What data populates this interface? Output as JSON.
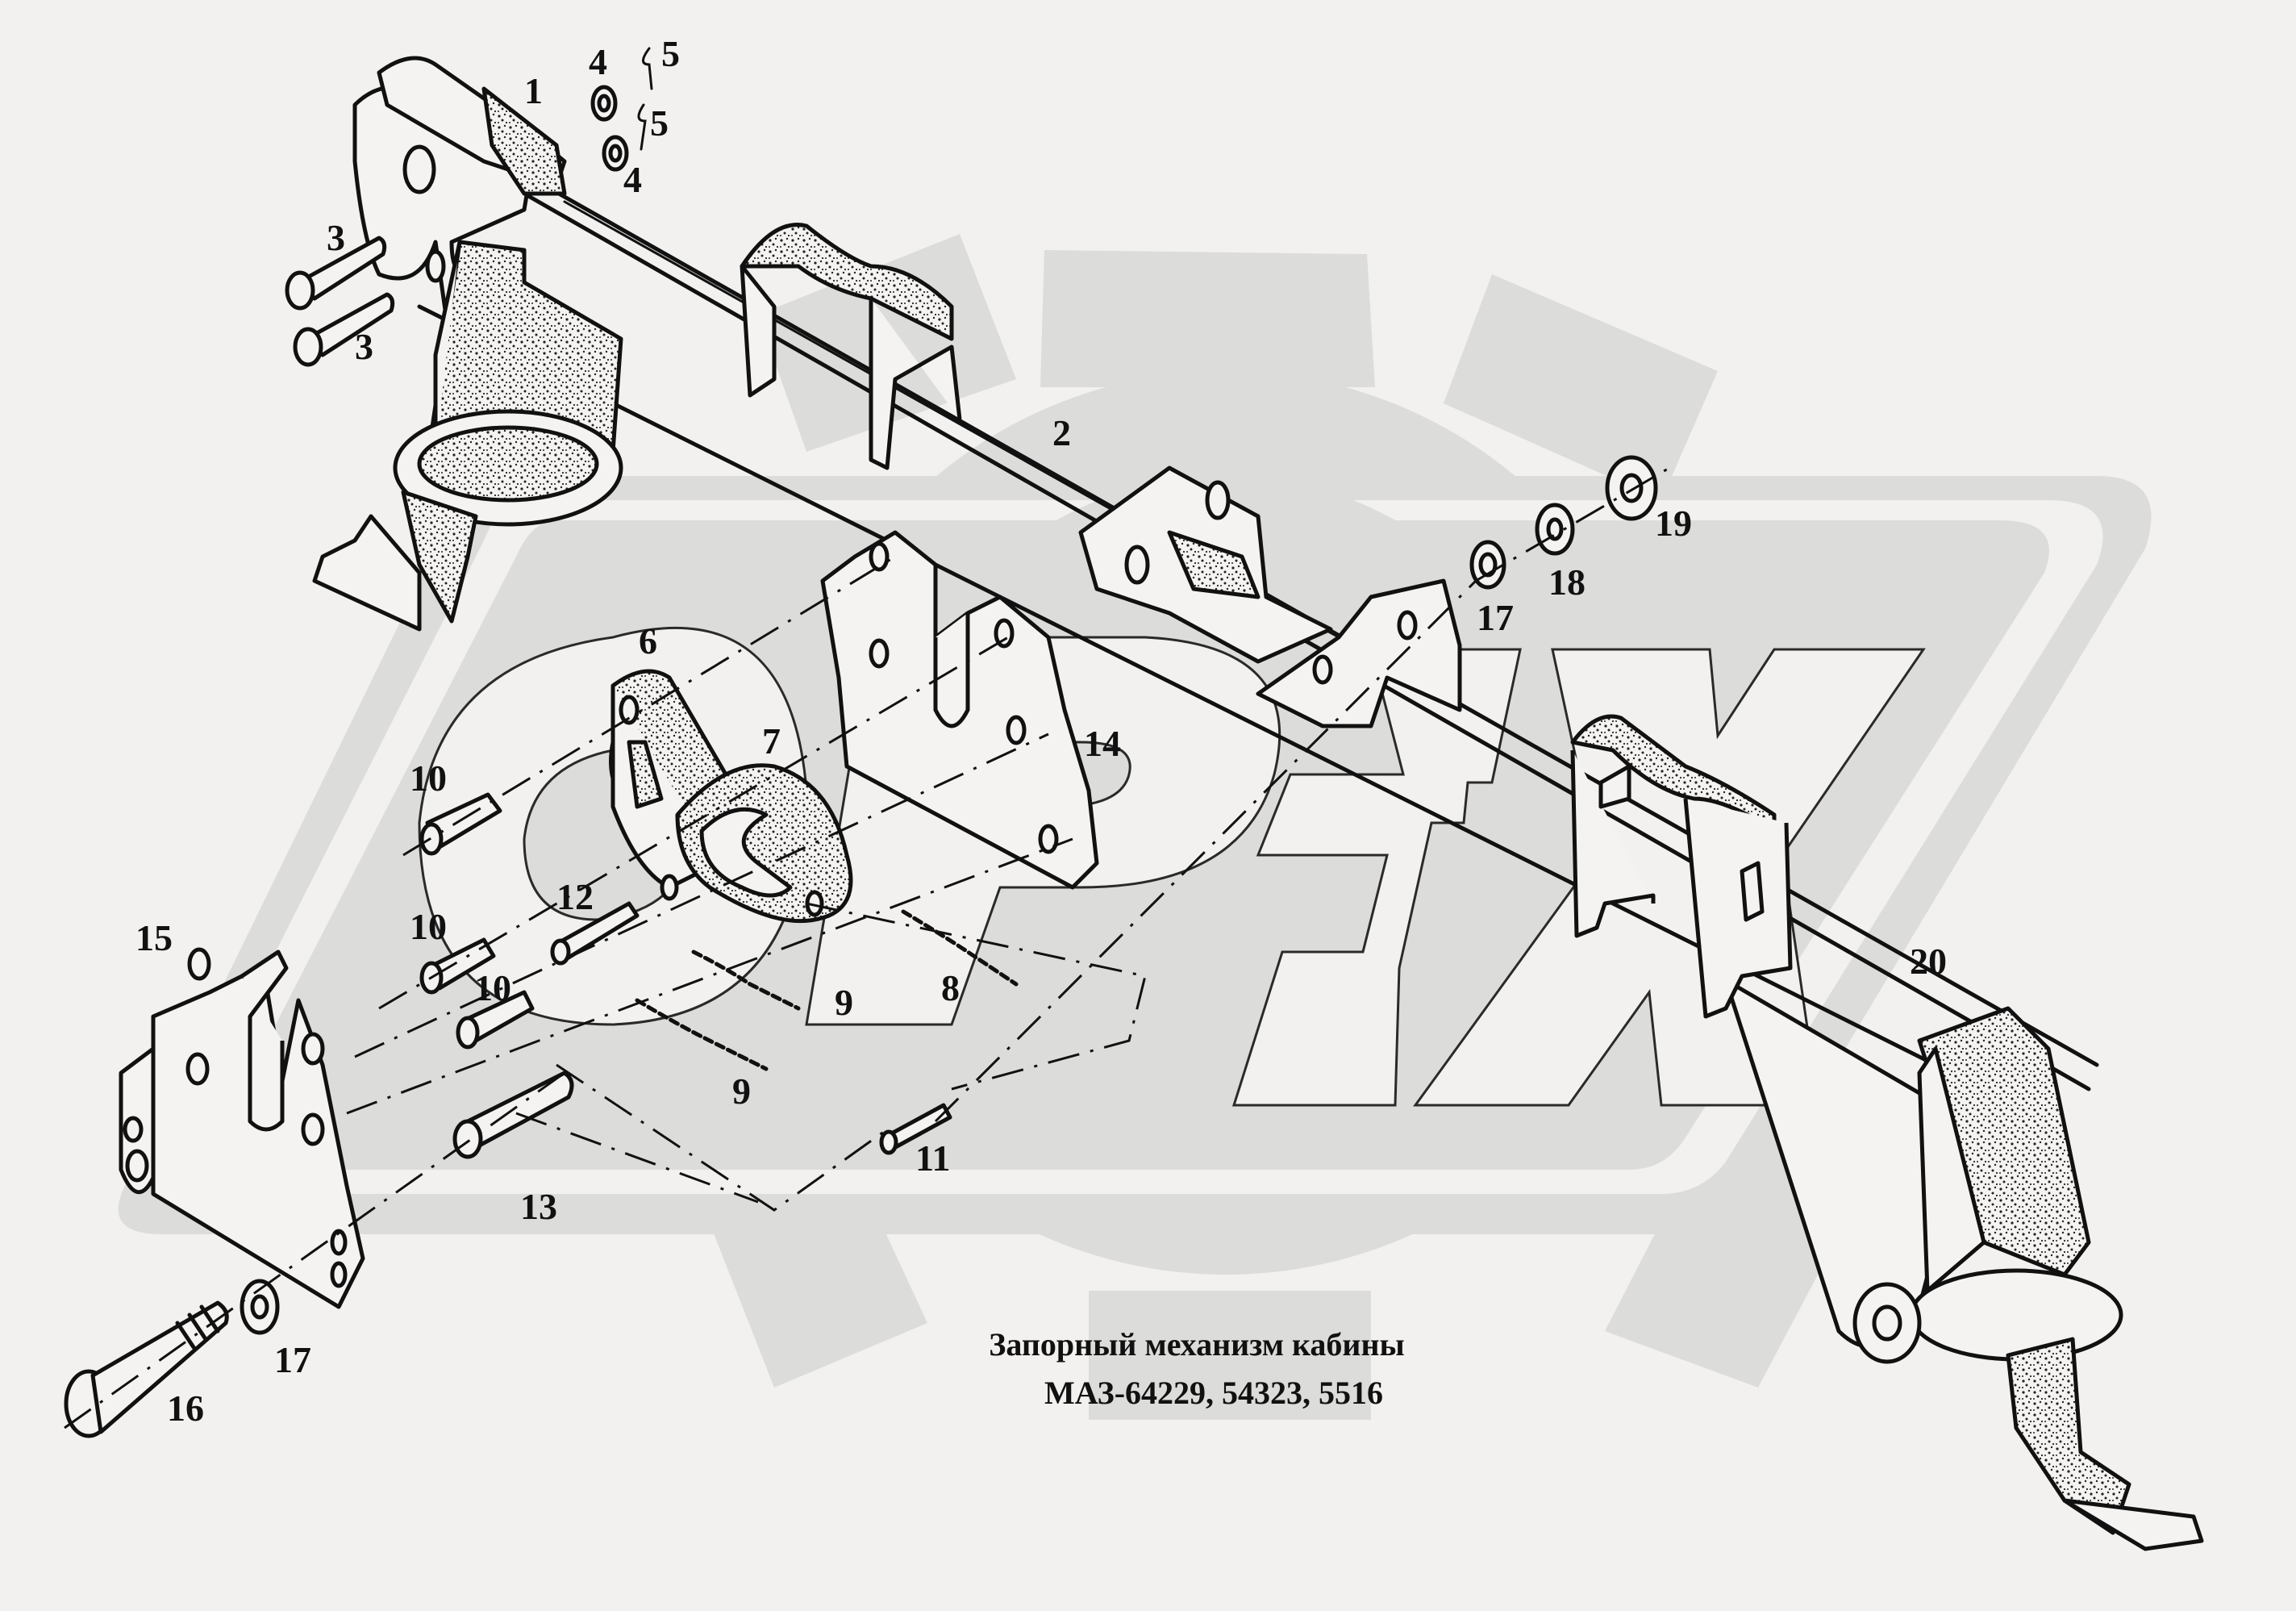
{
  "caption": {
    "line1": "Запорный механизм кабины",
    "line2": "МАЗ-64229, 54323, 5516"
  },
  "watermark": {
    "text": "OPEX",
    "letters": [
      "O",
      "P",
      "E",
      "X"
    ],
    "fill_color": "#dcdcda"
  },
  "colors": {
    "background": "#f2f1ef",
    "ink": "#111111"
  },
  "callouts": [
    {
      "id": "c1",
      "number": "1"
    },
    {
      "id": "c2",
      "number": "2"
    },
    {
      "id": "c3a",
      "number": "3"
    },
    {
      "id": "c3b",
      "number": "3"
    },
    {
      "id": "c4a",
      "number": "4"
    },
    {
      "id": "c4b",
      "number": "4"
    },
    {
      "id": "c5a",
      "number": "5"
    },
    {
      "id": "c5b",
      "number": "5"
    },
    {
      "id": "c6",
      "number": "6"
    },
    {
      "id": "c7",
      "number": "7"
    },
    {
      "id": "c8",
      "number": "8"
    },
    {
      "id": "c9a",
      "number": "9"
    },
    {
      "id": "c9b",
      "number": "9"
    },
    {
      "id": "c10a",
      "number": "10"
    },
    {
      "id": "c10b",
      "number": "10"
    },
    {
      "id": "c10c",
      "number": "10"
    },
    {
      "id": "c11",
      "number": "11"
    },
    {
      "id": "c12",
      "number": "12"
    },
    {
      "id": "c13",
      "number": "13"
    },
    {
      "id": "c14",
      "number": "14"
    },
    {
      "id": "c15",
      "number": "15"
    },
    {
      "id": "c16",
      "number": "16"
    },
    {
      "id": "c17a",
      "number": "17"
    },
    {
      "id": "c17b",
      "number": "17"
    },
    {
      "id": "c18",
      "number": "18"
    },
    {
      "id": "c19",
      "number": "19"
    },
    {
      "id": "c20",
      "number": "20"
    }
  ]
}
